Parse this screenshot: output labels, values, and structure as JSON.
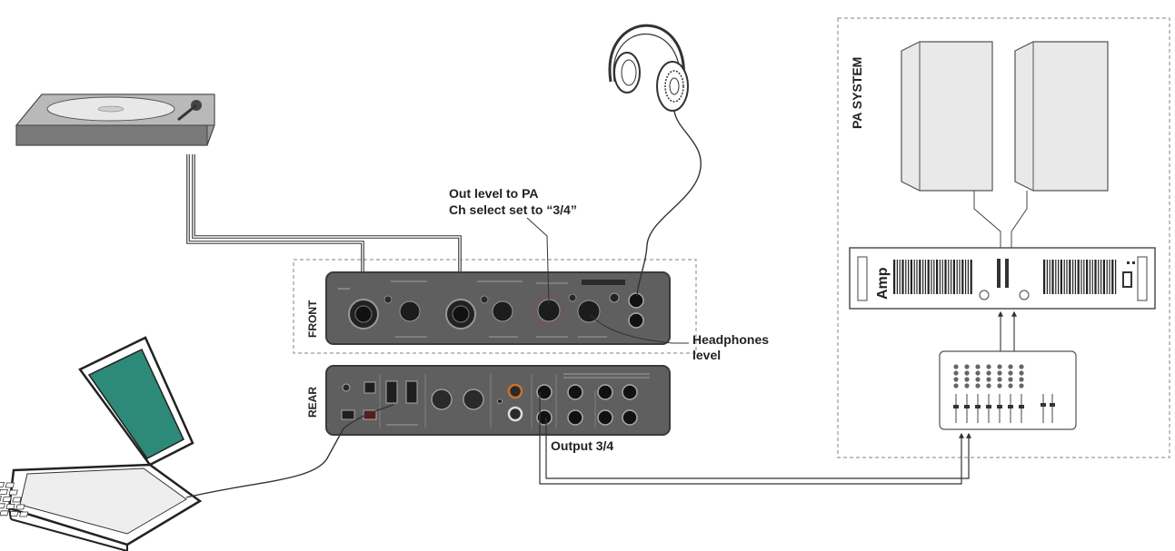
{
  "labels": {
    "out_level_line1": "Out level to PA",
    "out_level_line2": "Ch select set to “3/4”",
    "headphones_line1": "Headphones",
    "headphones_line2": "level",
    "output_34": "Output 3/4",
    "front": "FRONT",
    "rear": "REAR",
    "pa_system": "PA SYSTEM",
    "amp": "Amp"
  },
  "colors": {
    "device_body": "#5f5f5f",
    "device_edge": "#3a3a3a",
    "screen": "#2e8a78",
    "speaker": "#e9e9e9",
    "turntable": "#9a9a9a",
    "cable": "#333333",
    "dashed_box": "#9a9a9a"
  },
  "icons": {
    "turntable": "turntable-icon",
    "laptop": "laptop-icon",
    "headphones": "headphones-icon",
    "speaker": "speaker-icon",
    "amplifier": "amplifier-icon",
    "mixer": "mixer-icon",
    "interface": "audio-interface-icon"
  }
}
